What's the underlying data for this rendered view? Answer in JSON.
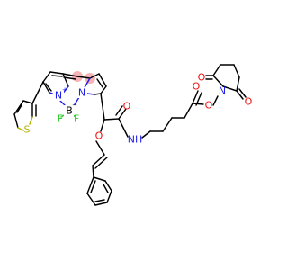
{
  "colors": {
    "carbon": "#000000",
    "nitrogen": "#2020ee",
    "oxygen": "#ee1111",
    "fluorine": "#33cc33",
    "sulfur": "#b3b300",
    "boron": "#000000",
    "highlight": "#f5a6a6"
  },
  "atoms": {
    "n_plus": "N",
    "plus_sign": "+",
    "n_minus": "N",
    "b": "B",
    "b_charge": "−",
    "f1": "F",
    "f2": "F",
    "s": "S",
    "o_ether": "O",
    "o_amide": "O",
    "nh": "NH",
    "o_ester_carbonyl": "O",
    "o_ester": "O",
    "n_succ": "N",
    "o_succ_top": "O",
    "o_succ_bottom": "O"
  }
}
